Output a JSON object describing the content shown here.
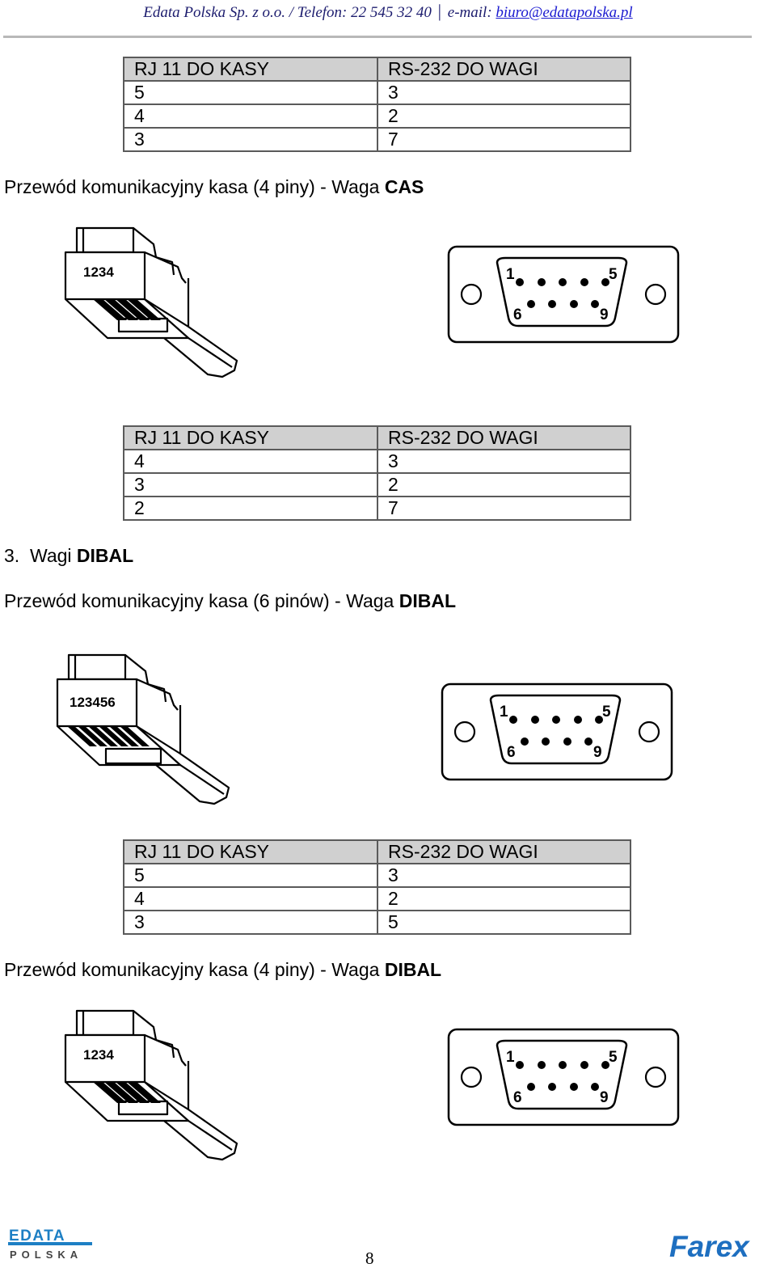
{
  "header": {
    "company": "Edata Polska Sp. z o.o. / Telefon: 22 545 32 40",
    "separator": "|",
    "email_label": "e-mail:",
    "email": "biuro@edatapolska.pl"
  },
  "tables": [
    {
      "head": [
        "RJ 11 DO KASY",
        "RS-232 DO WAGI"
      ],
      "rows": [
        [
          "5",
          "3"
        ],
        [
          "4",
          "2"
        ],
        [
          "3",
          "7"
        ]
      ]
    },
    {
      "head": [
        "RJ 11 DO KASY",
        "RS-232 DO WAGI"
      ],
      "rows": [
        [
          "4",
          "3"
        ],
        [
          "3",
          "2"
        ],
        [
          "2",
          "7"
        ]
      ]
    },
    {
      "head": [
        "RJ 11 DO KASY",
        "RS-232 DO WAGI"
      ],
      "rows": [
        [
          "5",
          "3"
        ],
        [
          "4",
          "2"
        ],
        [
          "3",
          "5"
        ]
      ]
    }
  ],
  "captions": [
    {
      "text": "Przewód komunikacyjny kasa (4 piny) - Waga ",
      "bold": "CAS"
    },
    {
      "text": "Przewód komunikacyjny kasa (6 pinów) - Waga ",
      "bold": "DIBAL"
    },
    {
      "text": "Przewód komunikacyjny kasa (4 piny) - Waga ",
      "bold": "DIBAL"
    }
  ],
  "section": {
    "number": "3.",
    "text": "Wagi ",
    "bold": "DIBAL"
  },
  "rj_labels": {
    "four_pin": "1234",
    "six_pin": "123456"
  },
  "db9_labels": {
    "pin1": "1",
    "pin5": "5",
    "pin6": "6",
    "pin9": "9"
  },
  "footer": {
    "page_number": "8",
    "logo_left_top": "EDATA",
    "logo_left_bottom": "POLSKA",
    "logo_right": "Farex"
  },
  "colors": {
    "edata_blue": "#1d7fc4",
    "farex_blue": "#1e6fc0",
    "table_header_bg": "#d0d0d0"
  }
}
